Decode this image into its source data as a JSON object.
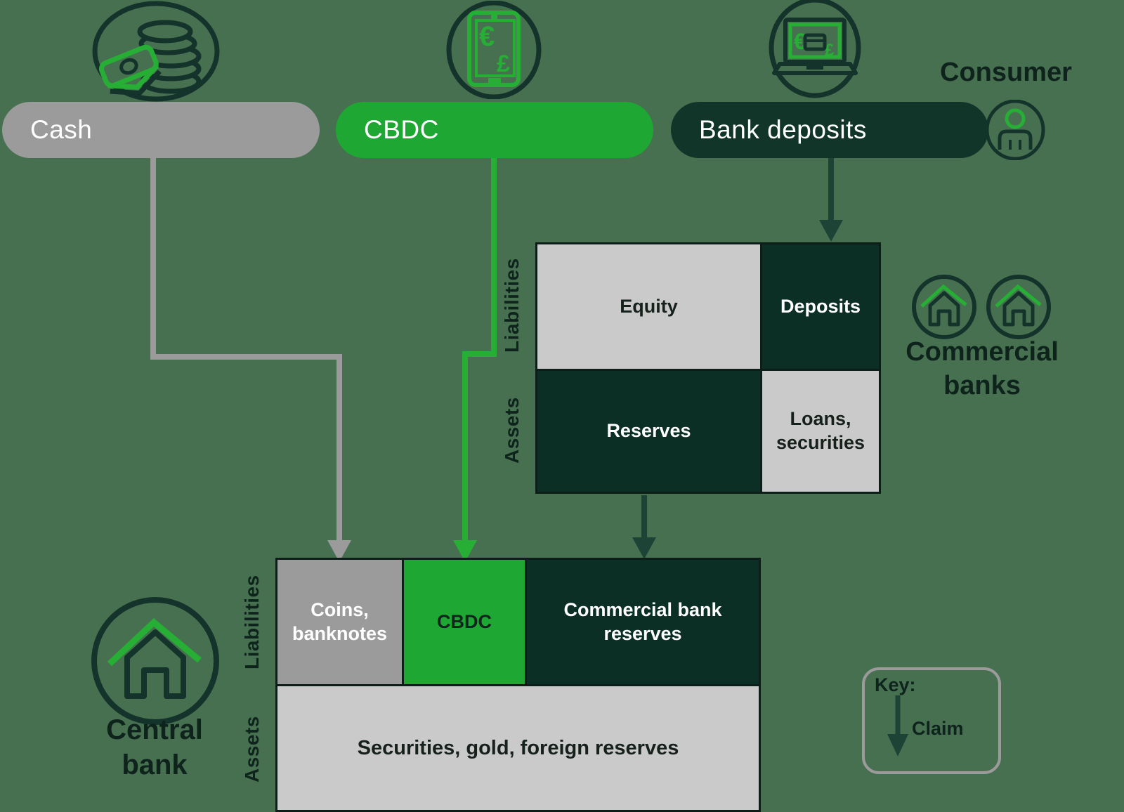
{
  "pills": {
    "cash": {
      "label": "Cash"
    },
    "cbdc": {
      "label": "CBDC"
    },
    "bank_deposits": {
      "label": "Bank deposits"
    }
  },
  "actors": {
    "consumer": {
      "label": "Consumer"
    },
    "commercial_banks": {
      "label": "Commercial banks"
    },
    "central_bank": {
      "label": "Central bank"
    }
  },
  "commercial_bank_balance_sheet": {
    "liabilities_label": "Liabilities",
    "assets_label": "Assets",
    "cells": {
      "equity": "Equity",
      "deposits": "Deposits",
      "reserves": "Reserves",
      "loans_securities": "Loans, securities"
    }
  },
  "central_bank_balance_sheet": {
    "liabilities_label": "Liabilities",
    "assets_label": "Assets",
    "cells": {
      "coins_banknotes": "Coins, banknotes",
      "cbdc": "CBDC",
      "commercial_bank_reserves": "Commercial bank reserves",
      "securities_gold_foreign_reserves": "Securities, gold, foreign reserves"
    }
  },
  "key": {
    "title": "Key:",
    "claim": "Claim"
  },
  "icons": {
    "phone_euro": "€",
    "phone_pound": "£",
    "laptop_euro": "€",
    "laptop_pound": "£"
  },
  "colors": {
    "background": "#477050",
    "gray": "#9b9b9b",
    "light_gray": "#cacaca",
    "green": "#1fa733",
    "icon_green": "#27ae35",
    "dark_green_cell": "#0b2f25",
    "dark_pill": "#123529",
    "arrow_dark": "#1d4236",
    "icon_outline": "#14332b",
    "text_dark": "#0e231c",
    "text_white": "#ffffff"
  }
}
